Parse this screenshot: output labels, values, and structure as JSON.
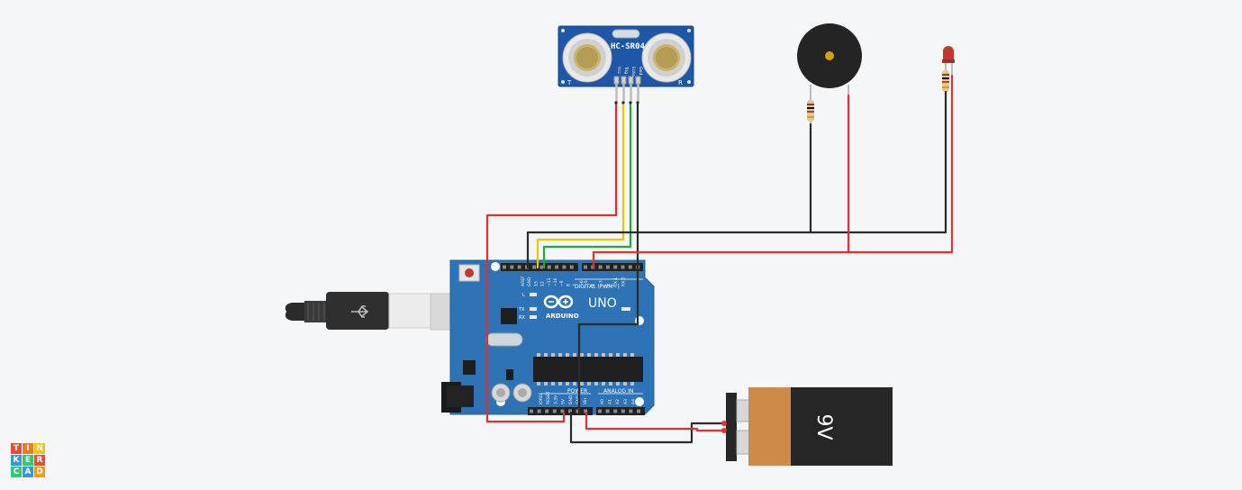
{
  "sensor": {
    "model": "HC-SR04",
    "t_label": "T",
    "r_label": "R",
    "pins": [
      "Vcc",
      "Trig",
      "Echo",
      "Gnd"
    ]
  },
  "arduino": {
    "brand": "ARDUINO",
    "model": "UNO",
    "digital_label": "DIGITAL (PWM~)",
    "power_label": "POWER",
    "analog_label": "ANALOG IN",
    "led_labels": [
      "L",
      "TX",
      "RX"
    ],
    "digital_pins": [
      "AREF",
      "GND",
      "13",
      "12",
      "~11",
      "~10",
      "~9",
      "8",
      "7",
      "~6",
      "~5",
      "4",
      "~3",
      "2",
      "TX 1",
      "RX 0"
    ],
    "power_pins": [
      "IOREF",
      "RESET",
      "3.3V",
      "5V",
      "GND",
      "GND",
      "Vin"
    ],
    "analog_pins": [
      "A0",
      "A1",
      "A2",
      "A3",
      "A4",
      "A5"
    ]
  },
  "battery": {
    "label": "9V"
  },
  "logo": {
    "letters": [
      "T",
      "I",
      "N",
      "K",
      "E",
      "R",
      "C",
      "A",
      "D"
    ],
    "colors": [
      "#e74c3c",
      "#e67e22",
      "#f1c40f",
      "#3498db",
      "#2ecc71",
      "#e74c3c",
      "#2ecc71",
      "#3498db",
      "#f39c12"
    ]
  },
  "colors": {
    "board": "#2d73b5",
    "wire_red": "#e03030",
    "wire_black": "#2b2b2b",
    "wire_yellow": "#e8c800",
    "wire_green": "#22aa33",
    "sensor": "#1e56a8",
    "battery_orange": "#cd8a48",
    "battery_black": "#262626"
  }
}
